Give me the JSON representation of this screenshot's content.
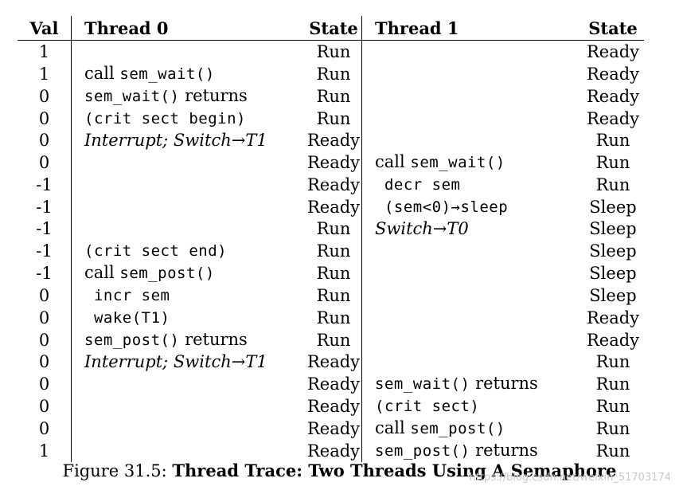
{
  "headers": {
    "val": "Val",
    "thread0": "Thread 0",
    "state0": "State",
    "thread1": "Thread 1",
    "state1": "State"
  },
  "rows": [
    {
      "val": "1",
      "t0": [],
      "s0": "Run",
      "t1": [],
      "s1": "Ready"
    },
    {
      "val": "1",
      "t0": [
        {
          "s": "call ",
          "f": "r"
        },
        {
          "s": "sem_wait()",
          "f": "m"
        }
      ],
      "s0": "Run",
      "t1": [],
      "s1": "Ready"
    },
    {
      "val": "0",
      "t0": [
        {
          "s": "sem_wait()",
          "f": "m"
        },
        {
          "s": " returns",
          "f": "r"
        }
      ],
      "s0": "Run",
      "t1": [],
      "s1": "Ready"
    },
    {
      "val": "0",
      "t0": [
        {
          "s": "(crit sect begin)",
          "f": "m"
        }
      ],
      "s0": "Run",
      "t1": [],
      "s1": "Ready"
    },
    {
      "val": "0",
      "t0": [
        {
          "s": "Interrupt; Switch→T1",
          "f": "i"
        }
      ],
      "s0": "Ready",
      "t1": [],
      "s1": "Run"
    },
    {
      "val": "0",
      "t0": [],
      "s0": "Ready",
      "t1": [
        {
          "s": "call ",
          "f": "r"
        },
        {
          "s": "sem_wait()",
          "f": "m"
        }
      ],
      "s1": "Run"
    },
    {
      "val": "-1",
      "t0": [],
      "s0": "Ready",
      "t1": [
        {
          "s": " decr sem",
          "f": "m"
        }
      ],
      "s1": "Run"
    },
    {
      "val": "-1",
      "t0": [],
      "s0": "Ready",
      "t1": [
        {
          "s": " (sem<0)→sleep",
          "f": "m"
        }
      ],
      "s1": "Sleep"
    },
    {
      "val": "-1",
      "t0": [],
      "s0": "Run",
      "t1": [
        {
          "s": "Switch→T0",
          "f": "i"
        }
      ],
      "s1": "Sleep"
    },
    {
      "val": "-1",
      "t0": [
        {
          "s": "(crit sect end)",
          "f": "m"
        }
      ],
      "s0": "Run",
      "t1": [],
      "s1": "Sleep"
    },
    {
      "val": "-1",
      "t0": [
        {
          "s": "call ",
          "f": "r"
        },
        {
          "s": "sem_post()",
          "f": "m"
        }
      ],
      "s0": "Run",
      "t1": [],
      "s1": "Sleep"
    },
    {
      "val": "0",
      "t0": [
        {
          "s": " incr sem",
          "f": "m"
        }
      ],
      "s0": "Run",
      "t1": [],
      "s1": "Sleep"
    },
    {
      "val": "0",
      "t0": [
        {
          "s": " wake(T1)",
          "f": "m"
        }
      ],
      "s0": "Run",
      "t1": [],
      "s1": "Ready"
    },
    {
      "val": "0",
      "t0": [
        {
          "s": "sem_post()",
          "f": "m"
        },
        {
          "s": " returns",
          "f": "r"
        }
      ],
      "s0": "Run",
      "t1": [],
      "s1": "Ready"
    },
    {
      "val": "0",
      "t0": [
        {
          "s": "Interrupt; Switch→T1",
          "f": "i"
        }
      ],
      "s0": "Ready",
      "t1": [],
      "s1": "Run"
    },
    {
      "val": "0",
      "t0": [],
      "s0": "Ready",
      "t1": [
        {
          "s": "sem_wait()",
          "f": "m"
        },
        {
          "s": " returns",
          "f": "r"
        }
      ],
      "s1": "Run"
    },
    {
      "val": "0",
      "t0": [],
      "s0": "Ready",
      "t1": [
        {
          "s": "(crit sect)",
          "f": "m"
        }
      ],
      "s1": "Run"
    },
    {
      "val": "0",
      "t0": [],
      "s0": "Ready",
      "t1": [
        {
          "s": "call ",
          "f": "r"
        },
        {
          "s": "sem_post()",
          "f": "m"
        }
      ],
      "s1": "Run"
    },
    {
      "val": "1",
      "t0": [],
      "s0": "Ready",
      "t1": [
        {
          "s": "sem_post()",
          "f": "m"
        },
        {
          "s": " returns",
          "f": "r"
        }
      ],
      "s1": "Run"
    }
  ],
  "caption": {
    "prefix": "Figure 31.5: ",
    "title": "Thread Trace: Two Threads Using A Semaphore"
  },
  "watermark": "https://blog.csdn.net/weixin_51703174"
}
